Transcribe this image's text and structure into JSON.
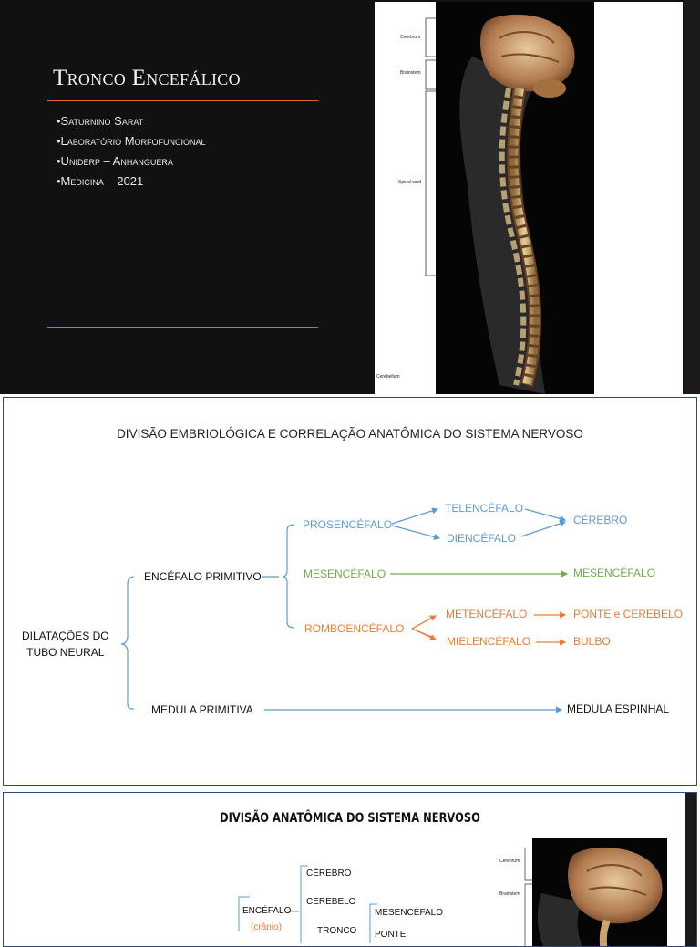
{
  "slide1": {
    "title": "Tronco Encefálico",
    "bullets": [
      "•Saturnino Sarat",
      "•Laboratório Morfofuncional",
      "•Uniderp – Anhanguera",
      "•Medicina – 2021"
    ],
    "image_labels": {
      "cerebrum": "Cerebrum",
      "brainstem": "Brainstem",
      "spinal_cord": "Spinal cord",
      "cerebellum": "Cerebellum"
    }
  },
  "slide2": {
    "title": "DIVISÃO EMBRIOLÓGICA E CORRELAÇÃO ANATÔMICA DO SISTEMA NERVOSO",
    "root": "DILATAÇÕES DO\nTUBO NEURAL",
    "root_line1": "DILATAÇÕES DO",
    "root_line2": "TUBO NEURAL",
    "encefalo_primitivo": "ENCÉFALO PRIMITIVO",
    "medula_primitiva": "MEDULA PRIMITIVA",
    "prosencefalo": "PROSENCÉFALO",
    "telencefalo": "TELENCÉFALO",
    "diencefalo": "DIENCÉFALO",
    "cerebro": "CÉREBRO",
    "mesencefalo": "MESENCÉFALO",
    "mesencefalo_result": "MESENCÉFALO",
    "rombencefalo": "ROMBOENCÉFALO",
    "metencefalo": "METENCÉFALO",
    "mielencefalo": "MIELENCÉFALO",
    "ponte_cerebelo": "PONTE e CEREBELO",
    "bulbo": "BULBO",
    "medula_espinhal": "MEDULA ESPINHAL",
    "colors": {
      "blue": "#5b9bd5",
      "green": "#70ad47",
      "orange": "#ed7d31"
    }
  },
  "slide3": {
    "title": "DIVISÃO ANATÔMICA DO SISTEMA NERVOSO",
    "encefalo": "ENCÉFALO",
    "cranio_open": "(",
    "cranio": "crânio",
    "cranio_close": ")",
    "cerebro": "CÉREBRO",
    "cerebelo": "CEREBELO",
    "tronco": "TRONCO",
    "mesencefalo": "MESENCÉFALO",
    "ponte": "PONTE",
    "image_labels": {
      "cerebrum": "Cerebrum",
      "brainstem": "Brainstem"
    }
  }
}
